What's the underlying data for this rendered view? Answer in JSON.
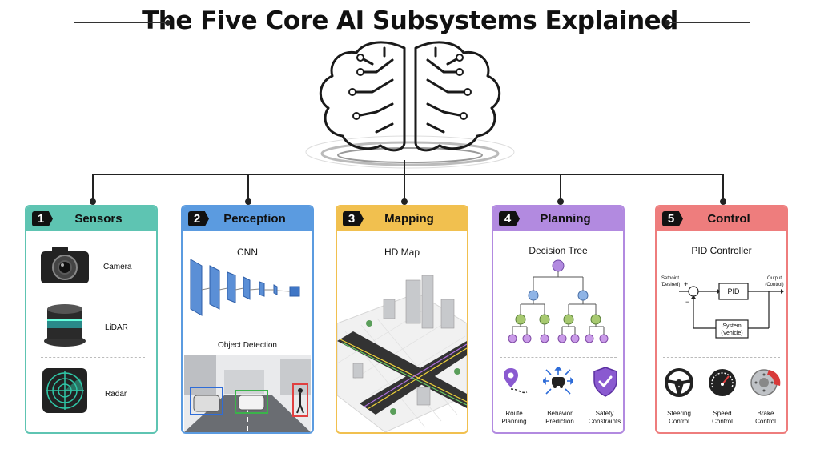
{
  "title": "The Five Core AI Subsystems Explained",
  "colors": {
    "sensors": "#5ec4b2",
    "perception": "#5b9be0",
    "mapping": "#f1c04f",
    "planning": "#b28ae0",
    "control": "#ee7d7d"
  },
  "cards": [
    {
      "number": "1",
      "title": "Sensors",
      "items": [
        {
          "label": "Camera",
          "icon": "camera-icon"
        },
        {
          "label": "LiDAR",
          "icon": "lidar-icon"
        },
        {
          "label": "Radar",
          "icon": "radar-icon"
        }
      ]
    },
    {
      "number": "2",
      "title": "Perception",
      "top_label": "CNN",
      "bottom_label": "Object Detection"
    },
    {
      "number": "3",
      "title": "Mapping",
      "top_label": "HD Map"
    },
    {
      "number": "4",
      "title": "Planning",
      "top_label": "Decision Tree",
      "items": [
        {
          "label": "Route\nPlanning",
          "icon": "route-pin-icon"
        },
        {
          "label": "Behavior\nPrediction",
          "icon": "behavior-prediction-icon"
        },
        {
          "label": "Safety\nConstraints",
          "icon": "shield-check-icon"
        }
      ]
    },
    {
      "number": "5",
      "title": "Control",
      "top_label": "PID Controller",
      "pid": {
        "setpoint": "Setpoint\n(Desired)",
        "plus": "+",
        "minus": "−",
        "block": "PID",
        "output": "Output\n(Control)",
        "system": "System\n(Vehicle)"
      },
      "items": [
        {
          "label": "Steering\nControl",
          "icon": "steering-wheel-icon"
        },
        {
          "label": "Speed\nControl",
          "icon": "speedometer-icon"
        },
        {
          "label": "Brake\nControl",
          "icon": "brake-icon"
        }
      ]
    }
  ]
}
